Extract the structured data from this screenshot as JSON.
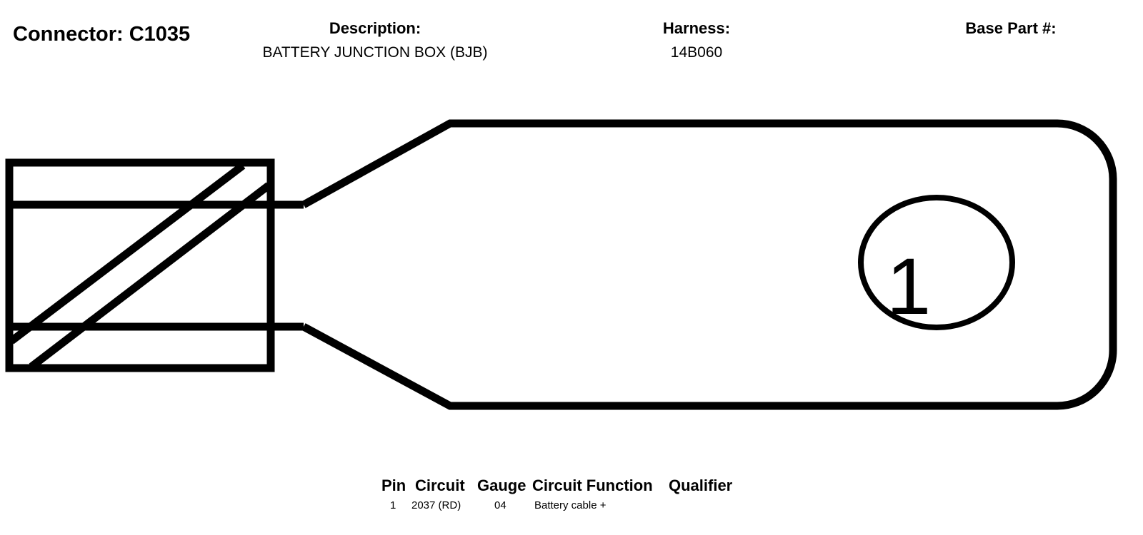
{
  "header": {
    "connector_label": "Connector: C1035",
    "description_label": "Description:",
    "description_value": "BATTERY JUNCTION BOX (BJB)",
    "harness_label": "Harness:",
    "harness_value": "14B060",
    "base_part_label": "Base Part #:"
  },
  "diagram": {
    "pin_number": "1"
  },
  "pin_table": {
    "columns": [
      "Pin",
      "Circuit",
      "Gauge",
      "Circuit Function",
      "Qualifier"
    ],
    "rows": [
      {
        "pin": "1",
        "circuit": "2037 (RD)",
        "gauge": "04",
        "function": "Battery cable +"
      }
    ]
  }
}
